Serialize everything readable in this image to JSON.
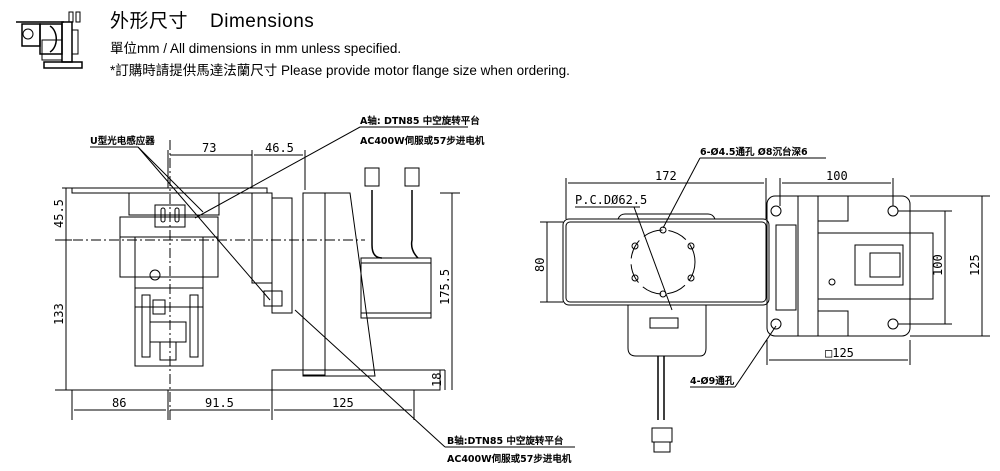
{
  "header": {
    "title_zh": "外形尺寸",
    "title_en": "Dimensions",
    "unit_note": "單位mm / All dimensions in mm unless specified.",
    "order_note": "*訂購時請提供馬達法蘭尺寸 Please provide motor flange size when ordering."
  },
  "thumbnail": {
    "icon": "machine-thumbnail-icon"
  },
  "front_view": {
    "labels": {
      "sensor": "U型光电感应器",
      "axis_a_line1": "A轴: DTN85 中空旋转平台",
      "axis_a_line2": "AC400W伺服或57步进电机",
      "axis_b_line1": "B轴:DTN85 中空旋转平台",
      "axis_b_line2": "AC400W伺服或57步进电机"
    },
    "dimensions": {
      "top_a": "73",
      "top_b": "46.5",
      "left_upper": "45.5",
      "left_lower": "133",
      "right_height": "175.5",
      "base_height": "18",
      "bottom_a": "86",
      "bottom_b": "91.5",
      "bottom_c": "125"
    }
  },
  "top_view": {
    "labels": {
      "holes_top": "6-Ø4.5通孔 Ø8沉台深6",
      "pcd": "P.C.DØ62.5",
      "holes_base": "4-Ø9通孔"
    },
    "dimensions": {
      "width": "172",
      "height": "80",
      "hole_spacing_x": "100",
      "hole_spacing_y": "100",
      "base_height": "125",
      "base_square": "□125"
    }
  }
}
